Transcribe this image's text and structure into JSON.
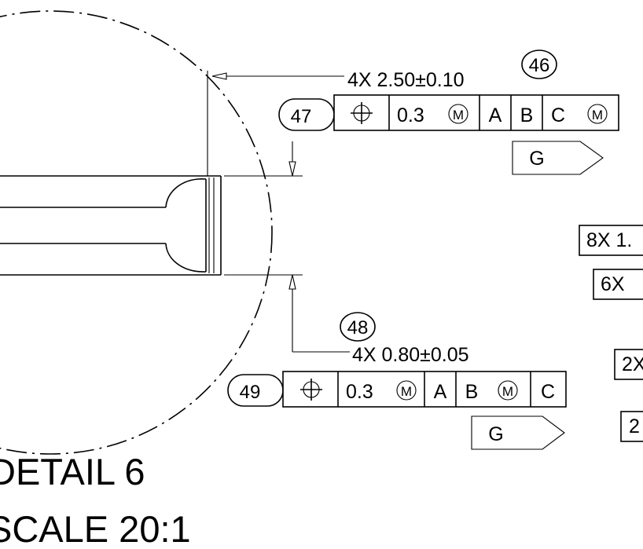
{
  "detail": {
    "title": "DETAIL 6",
    "scale": "SCALE 20:1"
  },
  "balloons": {
    "b46": "46",
    "b47": "47",
    "b48": "48",
    "b49": "49"
  },
  "dim_top": "4X 2.50±0.10",
  "dim_bottom": "4X 0.80±0.05",
  "fcf_top": {
    "symbol": "⌖",
    "tolerance": "0.3",
    "modifier": "M",
    "datum_a": "A",
    "datum_b": "B",
    "datum_c": "C",
    "datum_c_modifier": "M",
    "flag": "G"
  },
  "fcf_bottom": {
    "symbol": "⌖",
    "tolerance": "0.3",
    "modifier": "M",
    "datum_a": "A",
    "datum_b": "B",
    "datum_b_modifier": "M",
    "datum_c": "C",
    "flag": "G"
  },
  "right_fragments": {
    "f1": "8X 1.",
    "f2": "6X",
    "f3": "2X",
    "f4": "2"
  }
}
